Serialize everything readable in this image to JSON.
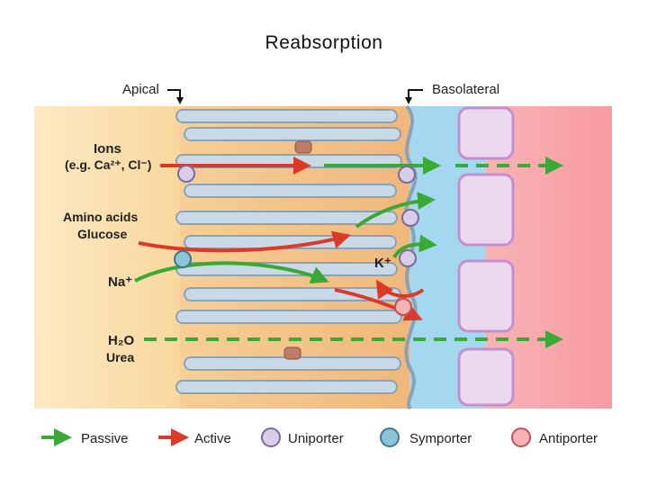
{
  "title": "Reabsorption",
  "sides": {
    "apical": "Apical",
    "basolateral": "Basolateral"
  },
  "labels": {
    "ions_line1": "Ions",
    "ions_line2": "(e.g. Ca²⁺, Cl⁻)",
    "amino_acids": "Amino acids",
    "glucose": "Glucose",
    "na": "Na⁺",
    "k": "K⁺",
    "h2o": "H₂O",
    "urea": "Urea"
  },
  "legend": {
    "passive": "Passive",
    "active": "Active",
    "uniporter": "Uniporter",
    "symporter": "Symporter",
    "antiporter": "Antiporter"
  },
  "colors": {
    "passive": "#3aa935",
    "active": "#dc3a26",
    "uniporter": "#d9cdea",
    "symporter": "#8ac4d6",
    "antiporter": "#f6b3b6",
    "lumen": "#fbe1b0",
    "cell": "#f3c28a",
    "interstitium": "#9fd3ee",
    "blood": "#f7a3a8"
  }
}
